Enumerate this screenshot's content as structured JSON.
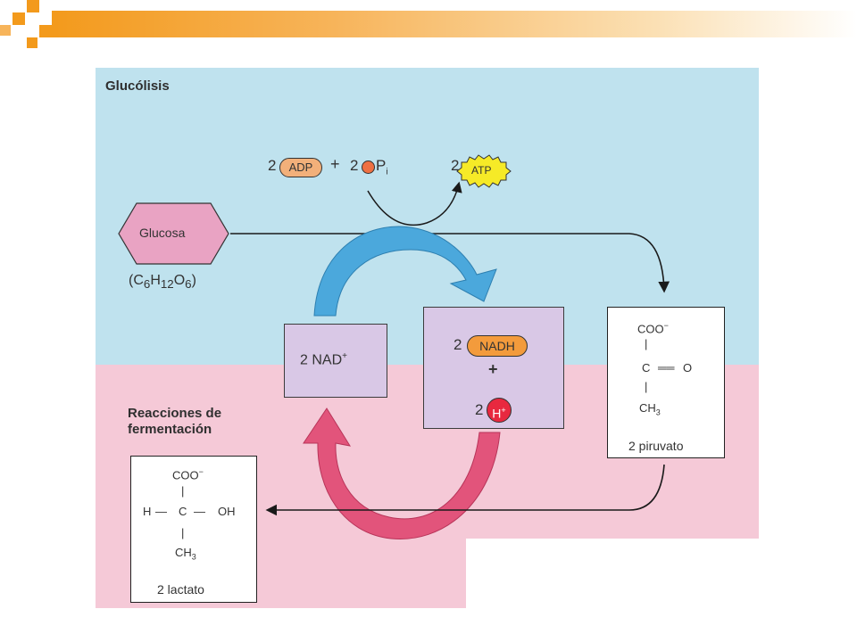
{
  "headings": {
    "glycolysis": "Glucólisis",
    "fermentation_line1": "Reacciones de",
    "fermentation_line2": "fermentación"
  },
  "glucose": {
    "label": "Glucosa",
    "formula_open": "(C",
    "sub1": "6",
    "h": "H",
    "sub2": "12",
    "o": "O",
    "sub3": "6",
    "formula_close": ")"
  },
  "energy": {
    "adp_coef": "2",
    "adp": "ADP",
    "plus": "+",
    "pi_coef": "2",
    "pi": "P",
    "pi_sub": "i",
    "atp_coef": "2",
    "atp": "ATP"
  },
  "nad_box": {
    "coef": "2",
    "label": "NAD",
    "sup": "+"
  },
  "nadh_box": {
    "nadh_coef": "2",
    "nadh": "NADH",
    "plus": "+",
    "h_coef": "2",
    "h": "H",
    "h_sup": "+"
  },
  "pyruvate": {
    "coo": "COO",
    "coo_sup": "−",
    "bar1": "|",
    "c": "C",
    "double_bond": "══",
    "o": "O",
    "bar2": "|",
    "ch": "CH",
    "ch_sub": "3",
    "name": "2 piruvato"
  },
  "lactate": {
    "coo": "COO",
    "coo_sup": "−",
    "bar1": "|",
    "h": "H",
    "dash_left": "—",
    "c": "C",
    "dash_right": "—",
    "oh": "OH",
    "bar2": "|",
    "ch": "CH",
    "ch_sub": "3",
    "name": "2 lactato"
  },
  "colors": {
    "accent_orange": "#f39a1c",
    "glycolysis_bg": "#bfe2ee",
    "fermentation_bg": "#f5c9d7",
    "box_lavender": "#d9c8e6",
    "glucose_pink": "#e9a3c3",
    "adp_orange": "#f2b07a",
    "atp_yellow": "#f6ea27",
    "nadh_orange": "#f39b3c",
    "h_red": "#e8283f",
    "arrow_blue": "#4ba8dc",
    "arrow_pink": "#e2547b"
  }
}
